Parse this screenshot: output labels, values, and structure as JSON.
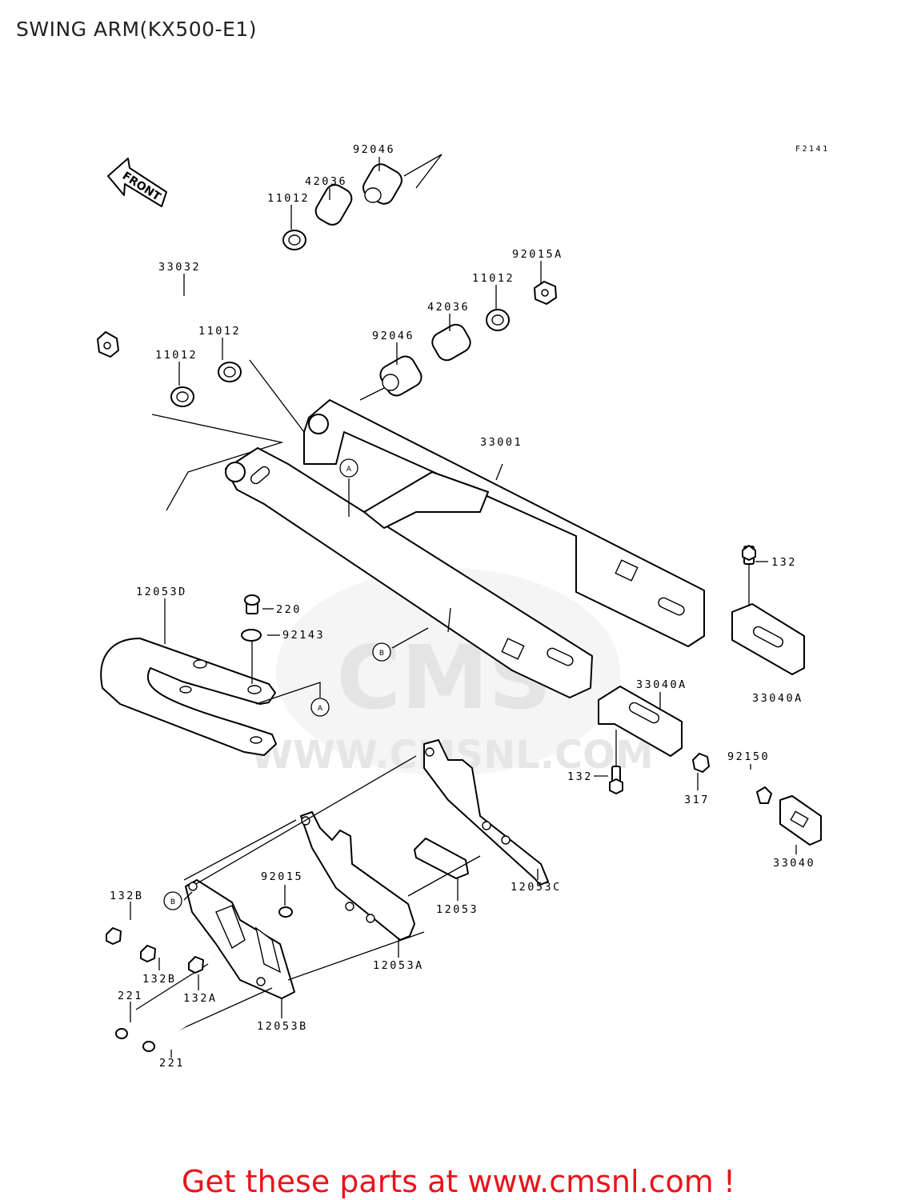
{
  "page": {
    "title": "SWING ARM(KX500-E1)",
    "figure_code": "F2141",
    "front_arrow_label": "FRONT",
    "call_to_action": "Get these parts at www.cmsnl.com !",
    "watermark": {
      "logo_text": "CMS",
      "url_text": "WWW.CMSNL.COM"
    },
    "accent_color": "#e8141b"
  },
  "callouts": [
    {
      "id": "92046-top",
      "text": "92046"
    },
    {
      "id": "42036-top",
      "text": "42036"
    },
    {
      "id": "11012-top",
      "text": "11012"
    },
    {
      "id": "33032",
      "text": "33032"
    },
    {
      "id": "92015A",
      "text": "92015A"
    },
    {
      "id": "11012-right",
      "text": "11012"
    },
    {
      "id": "42036-right",
      "text": "42036"
    },
    {
      "id": "92046-right",
      "text": "92046"
    },
    {
      "id": "11012-mid",
      "text": "11012"
    },
    {
      "id": "11012-left",
      "text": "11012"
    },
    {
      "id": "33001",
      "text": "33001"
    },
    {
      "id": "132-top",
      "text": "132"
    },
    {
      "id": "12053D",
      "text": "12053D"
    },
    {
      "id": "220",
      "text": "220"
    },
    {
      "id": "92143",
      "text": "92143"
    },
    {
      "id": "33040A-mid",
      "text": "33040A"
    },
    {
      "id": "33040A-right",
      "text": "33040A"
    },
    {
      "id": "132-mid",
      "text": "132"
    },
    {
      "id": "92150",
      "text": "92150"
    },
    {
      "id": "317",
      "text": "317"
    },
    {
      "id": "33040",
      "text": "33040"
    },
    {
      "id": "12053C",
      "text": "12053C"
    },
    {
      "id": "12053",
      "text": "12053"
    },
    {
      "id": "92015",
      "text": "92015"
    },
    {
      "id": "132B-top",
      "text": "132B"
    },
    {
      "id": "132B-bot",
      "text": "132B"
    },
    {
      "id": "132A",
      "text": "132A"
    },
    {
      "id": "12053A",
      "text": "12053A"
    },
    {
      "id": "221-top",
      "text": "221"
    },
    {
      "id": "221-bot",
      "text": "221"
    },
    {
      "id": "12053B",
      "text": "12053B"
    }
  ],
  "ref_marks": [
    {
      "id": "A-1",
      "text": "A"
    },
    {
      "id": "B-1",
      "text": "B"
    },
    {
      "id": "A-2",
      "text": "A"
    },
    {
      "id": "B-2",
      "text": "B"
    }
  ]
}
